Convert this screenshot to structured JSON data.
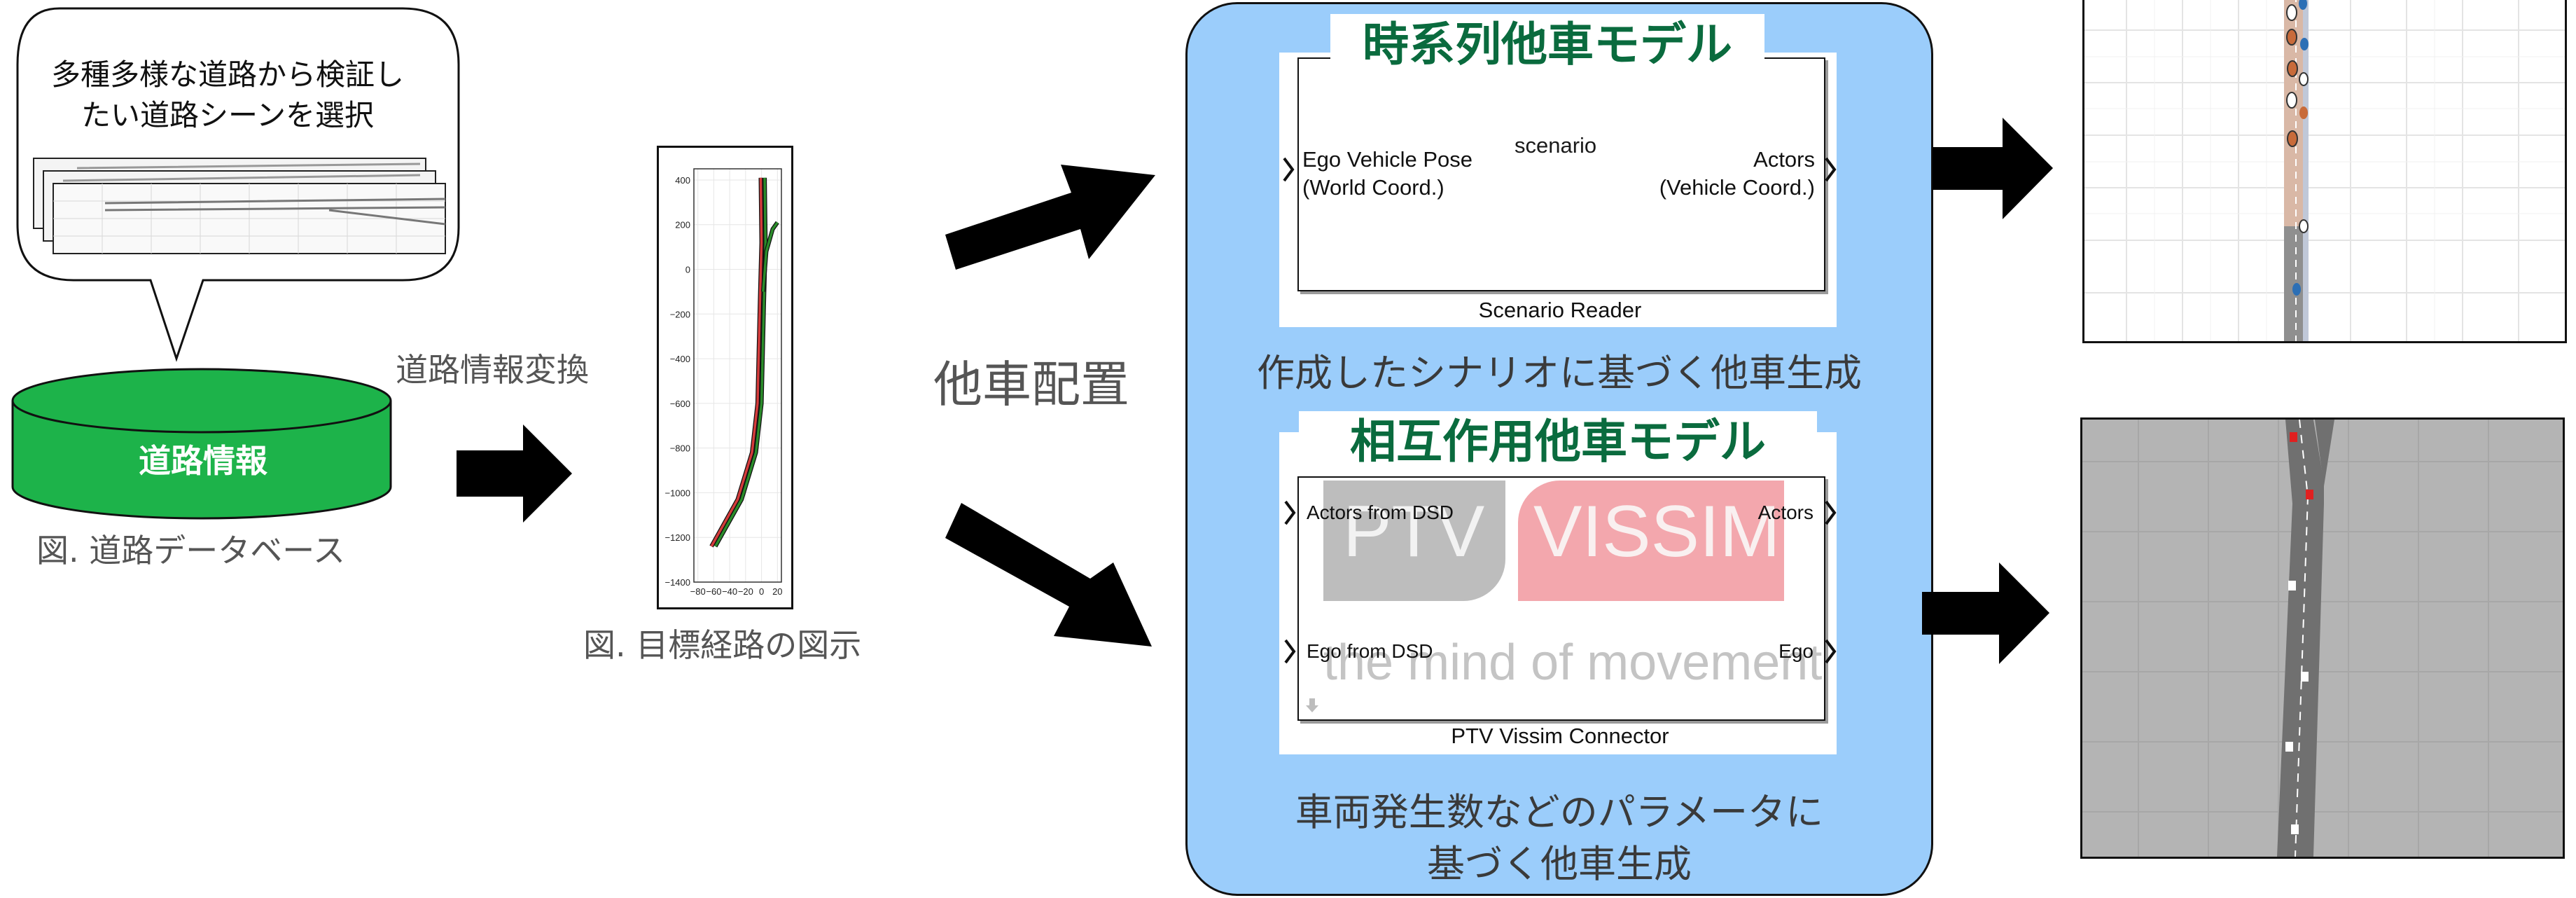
{
  "bubble": {
    "text_line1": "多種多様な道路から検証し",
    "text_line2": "たい道路シーンを選択"
  },
  "database": {
    "label": "道路情報",
    "caption": "図.  道路データベース"
  },
  "conversion_label": "道路情報変換",
  "path_plot": {
    "caption": "図.  目標経路の図示",
    "chart_data": {
      "type": "line",
      "title": "",
      "xlabel": "",
      "ylabel": "",
      "xlim": [
        -85,
        25
      ],
      "ylim": [
        -1400,
        450
      ],
      "x_ticks": [
        "−80",
        "−60",
        "−40",
        "−20",
        "0",
        "20"
      ],
      "y_ticks": [
        "400",
        "200",
        "0",
        "−200",
        "−400",
        "−600",
        "−800",
        "−1000",
        "−1200",
        "−1400"
      ],
      "grid": true,
      "series": [
        {
          "color": "#d43b3b",
          "points": [
            [
              -1,
              410
            ],
            [
              0,
              120
            ],
            [
              -2,
              -150
            ],
            [
              -5,
              -600
            ],
            [
              -12,
              -820
            ],
            [
              -30,
              -1030
            ],
            [
              -63,
              -1240
            ]
          ]
        },
        {
          "color": "#2a8c2a",
          "points": [
            [
              4,
              410
            ],
            [
              5,
              120
            ],
            [
              3,
              -150
            ],
            [
              0,
              -600
            ],
            [
              -7,
              -820
            ],
            [
              -25,
              -1030
            ],
            [
              -58,
              -1240
            ]
          ]
        },
        {
          "color": "#2a8c2a",
          "points": [
            [
              2,
              -100
            ],
            [
              6,
              80
            ],
            [
              14,
              180
            ],
            [
              20,
              210
            ]
          ]
        }
      ]
    }
  },
  "placement_label": "他車配置",
  "timeseries_model": {
    "title": "時系列他車モデル",
    "block_name": "scenario",
    "port_left_line1": "Ego Vehicle Pose",
    "port_left_line2": "(World Coord.)",
    "port_right_line1": "Actors",
    "port_right_line2": "(Vehicle Coord.)",
    "caption": "Scenario Reader",
    "description": "作成したシナリオに基づく他車生成"
  },
  "interaction_model": {
    "title": "相互作用他車モデル",
    "port_in_1": "Actors from DSD",
    "port_out_1": "Actors",
    "port_in_2": "Ego from DSD",
    "port_out_2": "Ego",
    "logo_left": "PTV",
    "logo_right": "VISSIM",
    "logo_tagline": "the mind of movement",
    "caption": "PTV Vissim Connector",
    "description_line1": "車両発生数などのパラメータに",
    "description_line2": "基づく他車生成"
  },
  "colors": {
    "panel_blue": "#9bcdfb",
    "db_green": "#1db34a",
    "title_green": "#0a6b3e",
    "arrow": "#000000",
    "logo_gray": "#bdbdbd",
    "logo_pink": "#f3a7ad"
  }
}
